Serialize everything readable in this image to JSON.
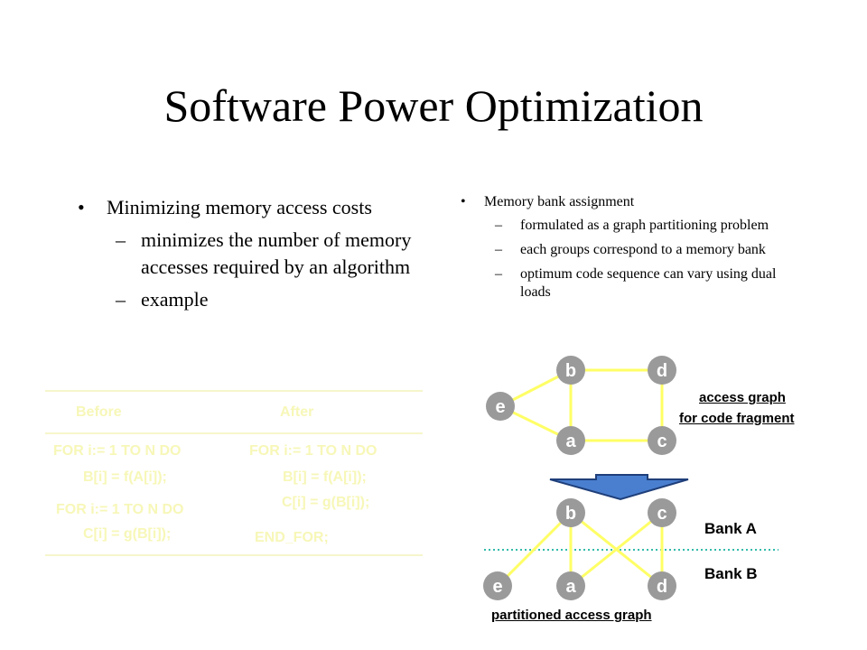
{
  "title": "Software Power Optimization",
  "left": {
    "bullet": "Minimizing memory access costs",
    "subs": [
      "minimizes the number of memory accesses required by an algorithm",
      "example"
    ]
  },
  "right": {
    "bullet": "Memory bank assignment",
    "subs": [
      "formulated as a graph partitioning problem",
      "each groups correspond to a memory bank",
      "optimum code sequence can vary using dual loads"
    ]
  },
  "marks": {
    "bullet": "•",
    "dash": "–"
  },
  "code": {
    "before_header": "Before",
    "after_header": "After",
    "before_lines": [
      "FOR i:= 1 TO N DO",
      "B[i] = f(A[i]);",
      "FOR i:= 1 TO N DO",
      "C[i] = g(B[i]);"
    ],
    "after_lines": [
      "FOR i:= 1 TO N DO",
      "B[i] = f(A[i]);",
      "C[i] = g(B[i]);",
      "END_FOR;"
    ]
  },
  "graph_top": {
    "nodes": {
      "b": "b",
      "d": "d",
      "e": "e",
      "a": "a",
      "c": "c"
    },
    "caption_line1": "access graph",
    "caption_line2": "for code fragment"
  },
  "graph_bottom": {
    "nodes": {
      "b": "b",
      "c": "c",
      "e": "e",
      "a": "a",
      "d": "d"
    },
    "bank_a": "Bank A",
    "bank_b": "Bank B",
    "caption": "partitioned access graph"
  },
  "colors": {
    "node_fill": "#9a9a9a",
    "edge": "#ffff66",
    "code_text": "#f7f7b8",
    "arrow_fill": "#4a7fcf",
    "divider": "#33bbaa"
  }
}
